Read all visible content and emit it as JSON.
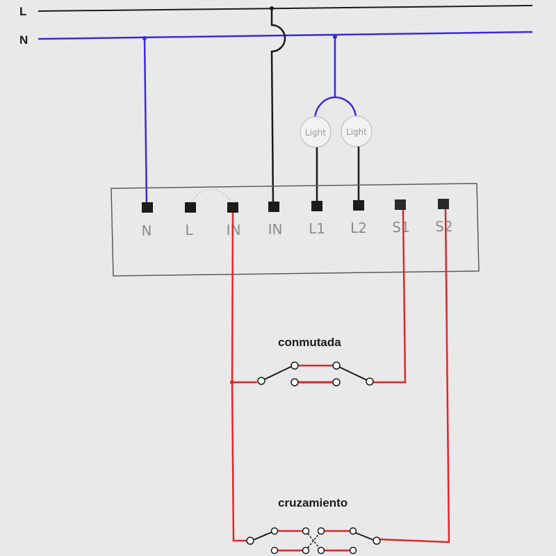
{
  "buses": {
    "live": "L",
    "neutral": "N"
  },
  "terminals": [
    "N",
    "L",
    "IN",
    "IN",
    "L1",
    "L2",
    "S1",
    "S2"
  ],
  "lights": [
    "Light",
    "Light"
  ],
  "switches": {
    "two_way": "conmutada",
    "intermediate": "cruzamiento"
  },
  "colors": {
    "background": "#e9e9e9",
    "live_wire": "#1a1a1a",
    "neutral_wire": "#3a2ad8",
    "switch_wire": "#e0252a",
    "terminal": "#1c1c1c",
    "label_gray": "#8c8c8c"
  }
}
